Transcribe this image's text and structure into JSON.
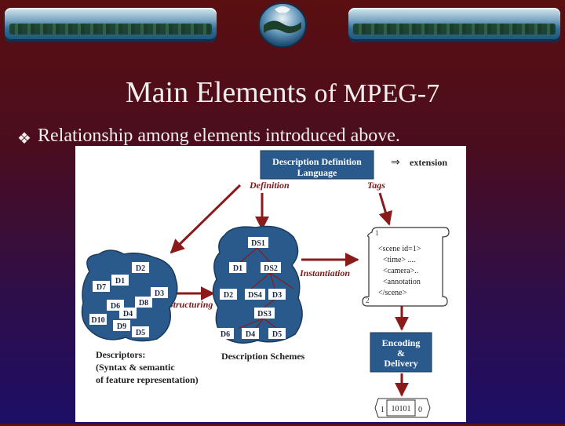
{
  "slide": {
    "title_part1": "Main Elements",
    "title_part2": "of MPEG-7",
    "bullet": "Relationship among elements introduced above."
  },
  "diagram": {
    "ddl_box_line1": "Description Definition",
    "ddl_box_line2": "Language",
    "extension_arrow": "⇒",
    "extension_label": "extension",
    "definition_label": "Definition",
    "tags_label": "Tags",
    "instantiation_label": "Instantiation",
    "structuring_label": "Structuring",
    "descriptors": {
      "labels": [
        "D2",
        "D7",
        "D1",
        "D3",
        "D6",
        "D8",
        "D4",
        "D10",
        "D9",
        "D5"
      ],
      "caption_line1": "Descriptors:",
      "caption_line2": "(Syntax & semantic",
      "caption_line3": "of feature representation)"
    },
    "schemes": {
      "labels": [
        "DS1",
        "D1",
        "DS2",
        "D2",
        "DS4",
        "D3",
        "DS3",
        "D6",
        "D4",
        "D5"
      ],
      "caption": "Description Schemes"
    },
    "xml_scroll": {
      "markers": [
        "1",
        "2"
      ],
      "lines": [
        "<scene id=1>",
        "<time> ....",
        "<camera>..",
        "<annotation",
        "</scene>"
      ]
    },
    "encoding_box": {
      "line1": "Encoding",
      "line2": "&",
      "line3": "Delivery"
    },
    "bitstream": {
      "left": "1",
      "middle": "10101",
      "right": "0"
    }
  },
  "colors": {
    "blob_fill": "#2a5a8c",
    "node_box": "#ffffff",
    "arrow": "#8b1a1a",
    "ddl_box": "#2a5a8c",
    "label": "#7a1a1a"
  }
}
